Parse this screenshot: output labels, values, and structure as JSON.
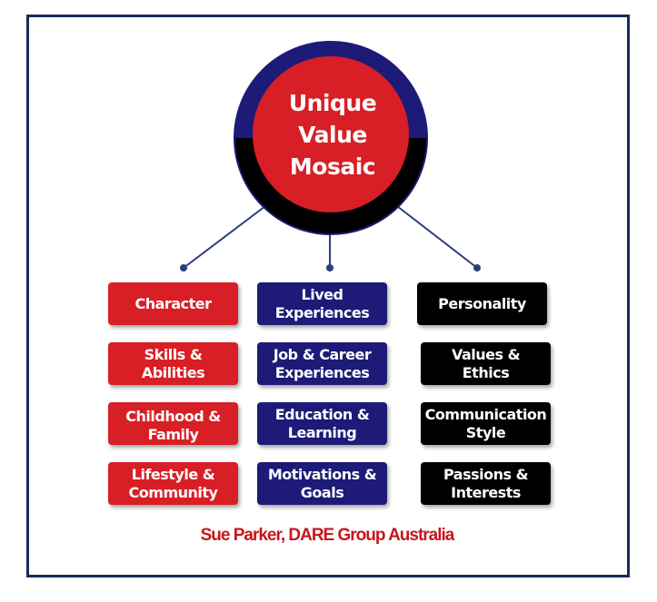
{
  "hub": {
    "title": "Unique\nValue\nMosaic",
    "colors": {
      "outer_top": "#1d1a78",
      "outer_bottom": "#000000",
      "inner": "#d81f26"
    }
  },
  "columns": [
    {
      "color": "#d81f26",
      "items": [
        "Character",
        "Skills &\nAbilities",
        "Childhood &\nFamily",
        "Lifestyle &\nCommunity"
      ]
    },
    {
      "color": "#1d1a78",
      "items": [
        "Lived Experiences",
        "Job & Career\nExperiences",
        "Education &\nLearning",
        "Motivations &\nGoals"
      ]
    },
    {
      "color": "#000000",
      "items": [
        "Personality",
        "Values &\nEthics",
        "Communication\nStyle",
        "Passions &\nInterests"
      ]
    }
  ],
  "connector_color": "#2b3f7e",
  "credit": "Sue Parker, DARE Group Australia"
}
